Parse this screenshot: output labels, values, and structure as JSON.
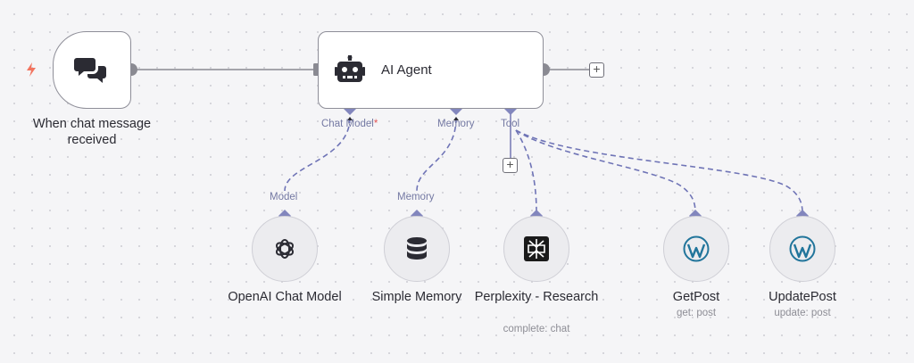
{
  "trigger": {
    "label": "When chat message received",
    "icon": "chat-bubbles-icon",
    "badge_icon": "lightning-bolt-icon"
  },
  "agent": {
    "title": "AI Agent",
    "icon": "robot-icon",
    "ports": {
      "chat_model": "Chat Model",
      "chat_model_required": "*",
      "memory": "Memory",
      "tool": "Tool"
    }
  },
  "subnodes": [
    {
      "id": "openai",
      "title": "OpenAI Chat Model",
      "subtitle": "",
      "port_label": "Model",
      "icon": "openai-logo-icon"
    },
    {
      "id": "memory",
      "title": "Simple Memory",
      "subtitle": "",
      "port_label": "Memory",
      "icon": "database-icon"
    },
    {
      "id": "perplexity",
      "title": "Perplexity - Research",
      "subtitle": "complete: chat",
      "port_label": "",
      "icon": "perplexity-logo-icon"
    },
    {
      "id": "getpost",
      "title": "GetPost",
      "subtitle": "get: post",
      "port_label": "",
      "icon": "wordpress-logo-icon"
    },
    {
      "id": "updatepost",
      "title": "UpdatePost",
      "subtitle": "update: post",
      "port_label": "",
      "icon": "wordpress-logo-icon"
    }
  ],
  "colors": {
    "canvas_bg": "#f5f5f7",
    "node_border": "#8e8e98",
    "connector": "#7b7fb8",
    "port_diamond": "#8286bd",
    "bolt": "#f2745f",
    "wordpress": "#21759b"
  }
}
